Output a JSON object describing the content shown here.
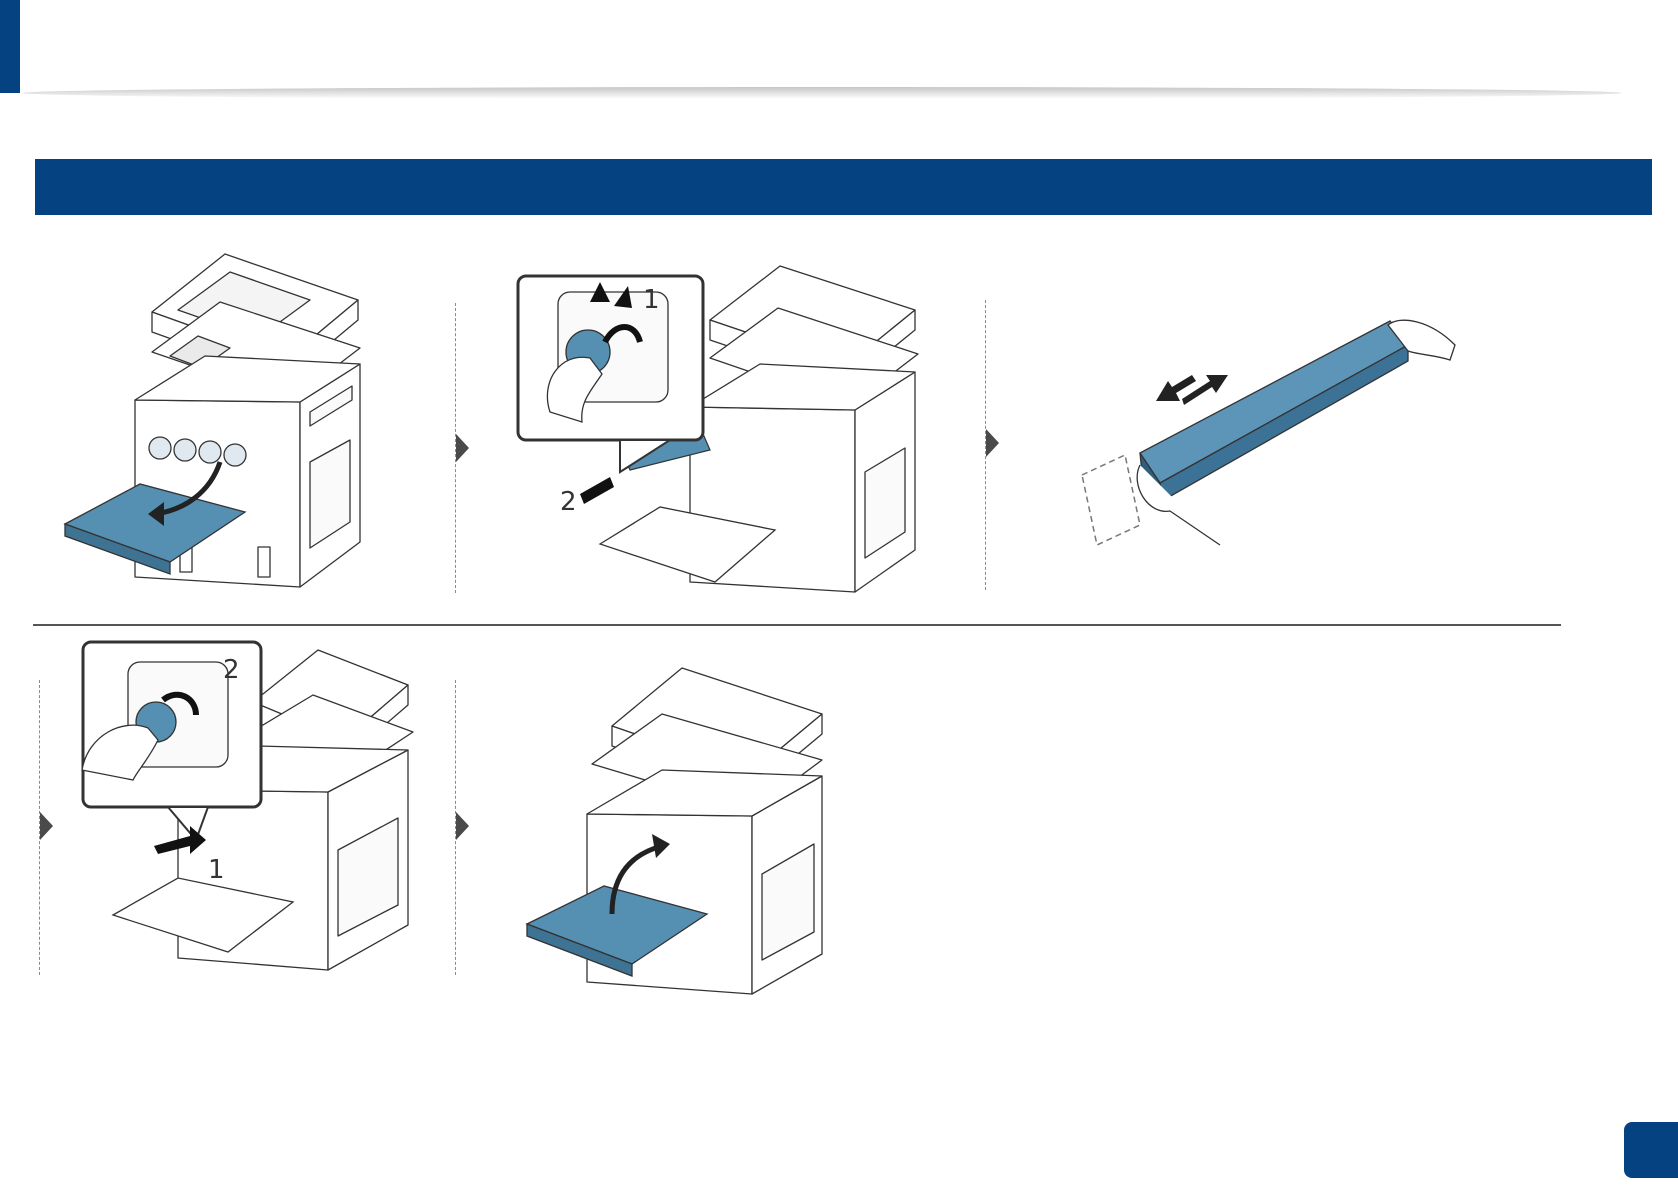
{
  "header": {
    "title": "",
    "page_number": ""
  },
  "section": {
    "title": ""
  },
  "steps": [
    {
      "name": "open-front-door",
      "callouts": []
    },
    {
      "name": "remove-cartridge",
      "callouts": [
        "1",
        "2"
      ]
    },
    {
      "name": "shake-cartridge",
      "callouts": []
    },
    {
      "name": "insert-cartridge",
      "callouts": [
        "2",
        "1"
      ]
    },
    {
      "name": "close-front-door",
      "callouts": []
    }
  ],
  "colors": {
    "brand": "#044281",
    "toner": "#4e8aad",
    "line": "#333333"
  },
  "icons": [
    "arrow-right-icon",
    "printer-icon",
    "toner-cartridge-icon",
    "hand-icon",
    "rotate-arrow-icon",
    "double-arrow-icon"
  ]
}
